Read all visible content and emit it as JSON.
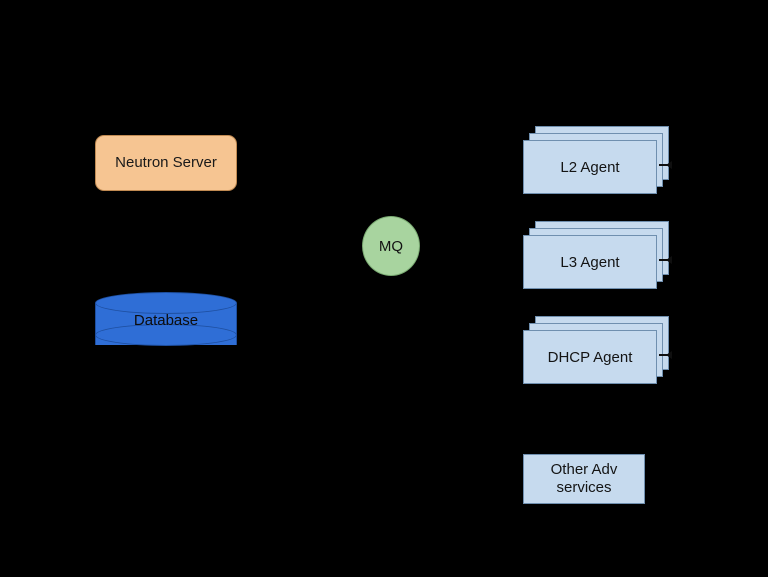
{
  "diagram": {
    "background_color": "#000000",
    "nodes": {
      "neutron_server": {
        "label": "Neutron Server",
        "shape": "rounded-rectangle",
        "fill": "#f6c592",
        "stroke": "#c08a52"
      },
      "database": {
        "label": "Database",
        "shape": "cylinder",
        "fill": "#2f6ed6",
        "stroke": "#1e4fa0"
      },
      "mq": {
        "label": "MQ",
        "shape": "ellipse",
        "fill": "#a8d49f",
        "stroke": "#7aab72"
      },
      "l2_agent": {
        "label": "L2 Agent",
        "shape": "stacked-rectangle",
        "stack_count": 3,
        "fill": "#c6daee",
        "stroke": "#6f8faf"
      },
      "l3_agent": {
        "label": "L3 Agent",
        "shape": "stacked-rectangle",
        "stack_count": 3,
        "fill": "#c6daee",
        "stroke": "#6f8faf"
      },
      "dhcp_agent": {
        "label": "DHCP Agent",
        "shape": "stacked-rectangle",
        "stack_count": 3,
        "fill": "#c6daee",
        "stroke": "#6f8faf"
      },
      "other_adv_services": {
        "label_line1": "Other Adv",
        "label_line2": "services",
        "shape": "rectangle",
        "fill": "#c6daee",
        "stroke": "#6f8faf"
      }
    }
  }
}
